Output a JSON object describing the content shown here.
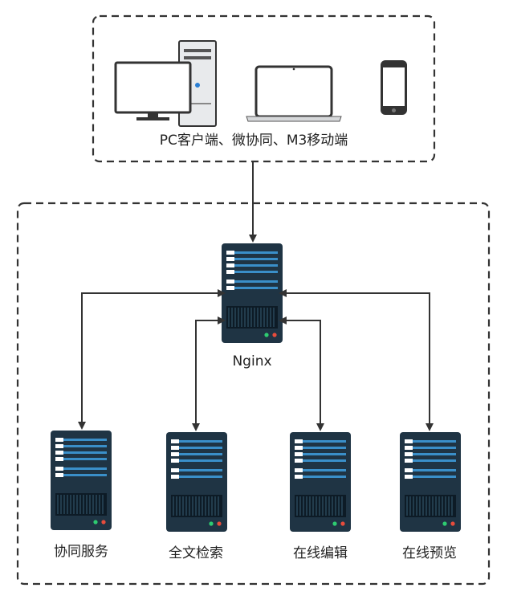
{
  "clients": {
    "label": "PC客户端、微协同、M3移动端",
    "devices": [
      "desktop-pc",
      "laptop",
      "mobile-phone"
    ]
  },
  "gateway": {
    "label": "Nginx"
  },
  "services": [
    {
      "label": "协同服务"
    },
    {
      "label": "全文检索"
    },
    {
      "label": "在线编辑"
    },
    {
      "label": "在线预览"
    }
  ],
  "colors": {
    "server_body": "#1f3444",
    "server_stripe": "#3a8fc9",
    "server_vent": "#0d1b26",
    "led_green": "#2ecc71",
    "led_red": "#e74c3c",
    "border_dashed": "#333333",
    "arrow": "#333333"
  }
}
